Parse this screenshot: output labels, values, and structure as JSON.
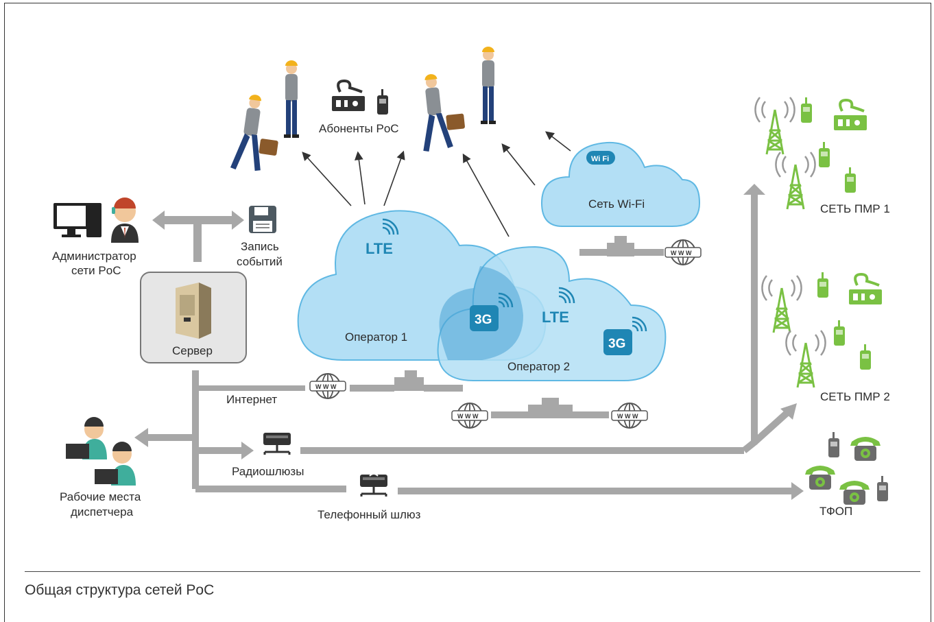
{
  "labels": {
    "subscribers": "Абоненты PoC",
    "admin_line1": "Администратор",
    "admin_line2": "сети PoC",
    "log_line1": "Запись",
    "log_line2": "событий",
    "server": "Сервер",
    "operator1": "Оператор 1",
    "operator2": "Оператор 2",
    "wifi_net": "Сеть Wi-Fi",
    "internet": "Интернет",
    "radio_gateways": "Радиошлюзы",
    "phone_gateway": "Телефонный шлюз",
    "dispatch_line1": "Рабочие места",
    "dispatch_line2": "диспетчера",
    "pmr1": "СЕТЬ ПМР 1",
    "pmr2": "СЕТЬ ПМР 2",
    "pstn": "ТФОП"
  },
  "badges": {
    "lte": "LTE",
    "g3": "3G",
    "wifi": "Wi Fi",
    "www": "W W W"
  },
  "caption": "Общая структура сетей PoC",
  "colors": {
    "cloud_fill": "#b3dff5",
    "cloud_stroke": "#5fb8e3",
    "overlap_fill": "#4aa3d4",
    "badge_blue": "#1f86b4",
    "connector_gray": "#a7a7a7",
    "pmr_green": "#7ac143",
    "worker_shirt": "#8a8f94",
    "worker_pants": "#23417a",
    "helmet": "#f2b21c"
  },
  "icons": [
    "worker-icon",
    "walkie-talkie-icon",
    "car-radio-icon",
    "computer-icon",
    "headset-operator-icon",
    "floppy-disk-icon",
    "server-rack-icon",
    "globe-icon",
    "network-switch-icon",
    "radio-tower-icon",
    "telephone-icon"
  ]
}
